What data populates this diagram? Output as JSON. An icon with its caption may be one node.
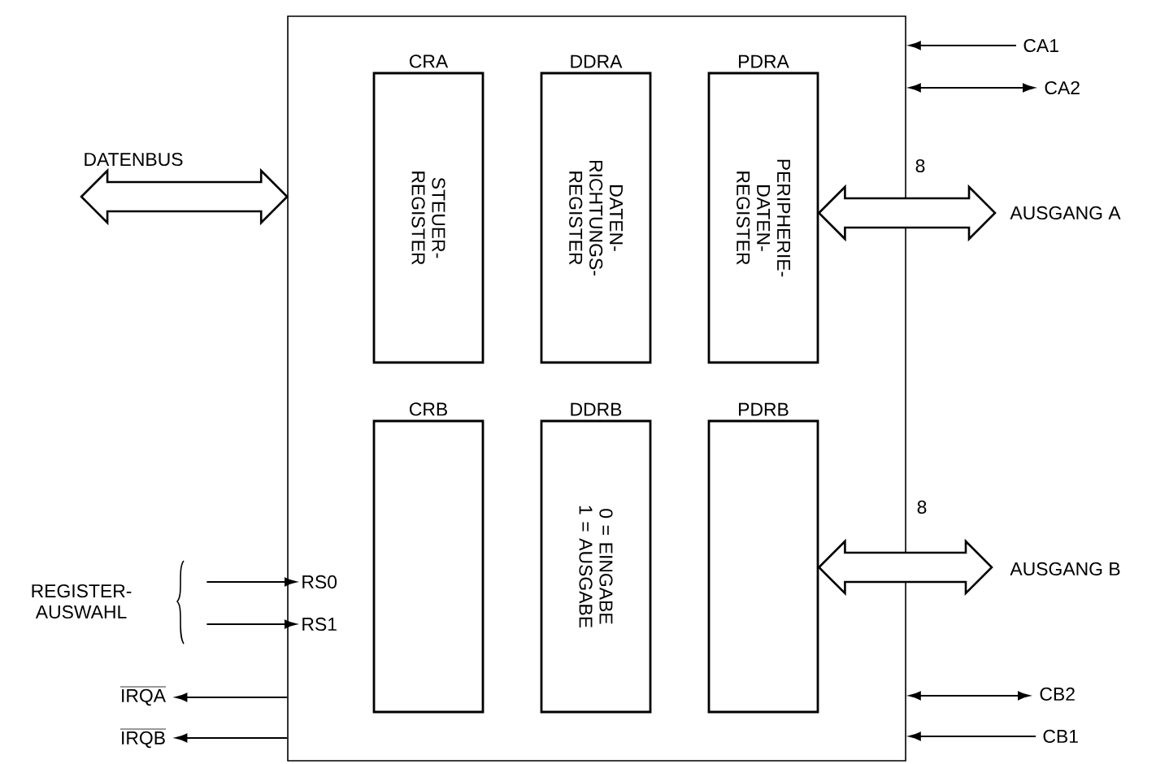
{
  "diagram": {
    "nodes": [
      {
        "text": [],
        "shape": "box"
      },
      {
        "text": [
          "CRA",
          "STEUER-REGISTER"
        ],
        "in": 0
      },
      {
        "text": [
          "DDRA",
          "DATEN-RICHTUNGS-REGISTER"
        ],
        "in": 0
      },
      {
        "text": [
          "PDRA",
          "PERIPHERIE-DATEN-REGISTER"
        ],
        "in": 0
      },
      {
        "text": [
          "CRB"
        ],
        "in": 0
      },
      {
        "text": [
          "DDRB",
          "0 = EINGABE 1 = AUSGABE"
        ],
        "in": 0
      },
      {
        "text": [
          "PDRB"
        ],
        "in": 0
      },
      {
        "text": [
          "DATENBUS"
        ]
      },
      {
        "text": [
          "AUSGANG A"
        ]
      },
      {
        "text": [
          "AUSGANG B"
        ]
      },
      {
        "text": [
          "CA1"
        ]
      },
      {
        "text": [
          "CA2"
        ]
      },
      {
        "text": [
          "CB2"
        ]
      },
      {
        "text": [
          "CB1"
        ]
      },
      {
        "text": [
          "REGISTER-AUSWAHL"
        ]
      },
      {
        "text": [
          "RS0"
        ],
        "in": 0
      },
      {
        "text": [
          "RS1"
        ],
        "in": 0
      },
      {
        "text": [
          "IRQA"
        ]
      },
      {
        "text": [
          "IRQB"
        ]
      }
    ],
    "edges": [
      {
        "from": 7,
        "to": 0,
        "arrow": "both",
        "style": "thick"
      },
      {
        "from": 3,
        "to": 8,
        "arrow": "both",
        "style": "thick",
        "label": "8"
      },
      {
        "from": 6,
        "to": 9,
        "arrow": "both",
        "style": "thick",
        "label": "8"
      },
      {
        "from": 10,
        "to": 0,
        "arrow": "to"
      },
      {
        "from": 0,
        "to": 11,
        "arrow": "both"
      },
      {
        "from": 0,
        "to": 12,
        "arrow": "both"
      },
      {
        "from": 13,
        "to": 0,
        "arrow": "to"
      },
      {
        "from": 14,
        "to": 15,
        "arrow": "to"
      },
      {
        "from": 14,
        "to": 16,
        "arrow": "to"
      },
      {
        "from": 0,
        "to": 17,
        "arrow": "to"
      },
      {
        "from": 0,
        "to": 18,
        "arrow": "to"
      }
    ]
  }
}
